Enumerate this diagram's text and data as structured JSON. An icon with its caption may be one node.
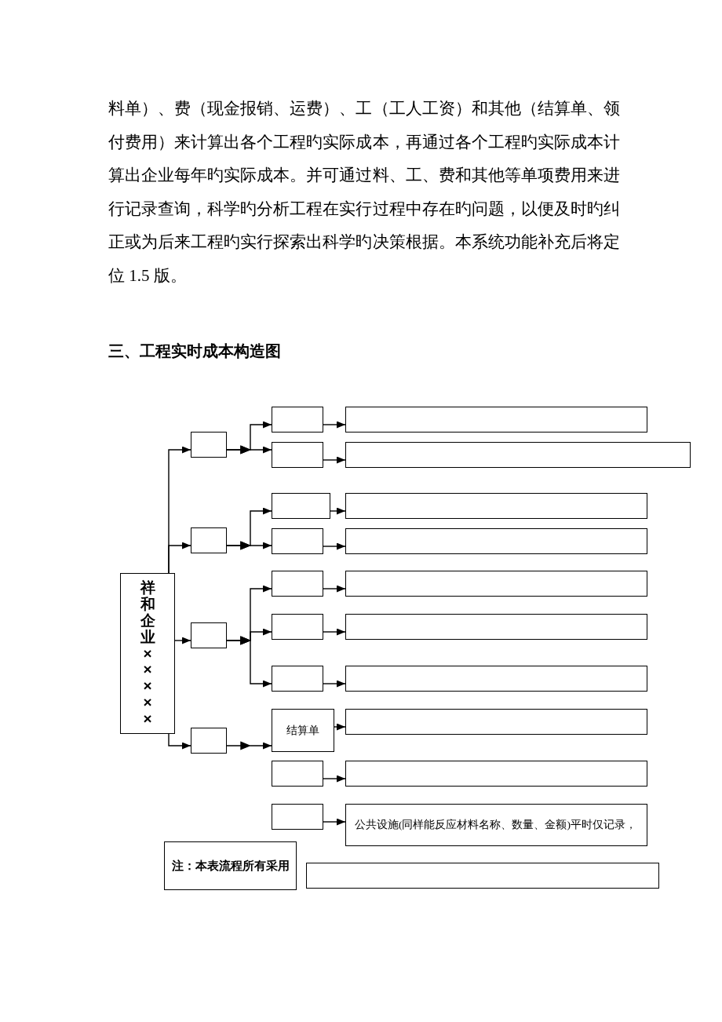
{
  "diagram": {
    "title": "三、工程实时成本构造图",
    "nodes": [
      {
        "text": [
          "祥和企业×××××"
        ]
      },
      {
        "text": [],
        "shape": "box"
      },
      {
        "text": [],
        "shape": "box"
      },
      {
        "text": [],
        "shape": "box"
      },
      {
        "text": [],
        "shape": "box"
      },
      {
        "text": [],
        "shape": "box"
      },
      {
        "text": [],
        "shape": "box"
      },
      {
        "text": [],
        "shape": "box"
      },
      {
        "text": [],
        "shape": "box"
      },
      {
        "text": [],
        "shape": "box"
      },
      {
        "text": [],
        "shape": "box"
      },
      {
        "text": [],
        "shape": "box"
      },
      {
        "text": [
          "结算单"
        ]
      },
      {
        "text": [],
        "shape": "box"
      },
      {
        "text": [],
        "shape": "box"
      },
      {
        "text": [],
        "shape": "box"
      },
      {
        "text": [],
        "shape": "box"
      },
      {
        "text": [],
        "shape": "box"
      },
      {
        "text": [],
        "shape": "box"
      },
      {
        "text": [],
        "shape": "box"
      },
      {
        "text": [],
        "shape": "box"
      },
      {
        "text": [],
        "shape": "box"
      },
      {
        "text": [],
        "shape": "box"
      },
      {
        "text": [],
        "shape": "box"
      },
      {
        "text": [
          "公共设施(同样能反应材料名称、数量、金额)平时仅记录，"
        ]
      },
      {
        "text": [
          "注：本表流程所有采用"
        ]
      },
      {
        "text": [],
        "shape": "box"
      }
    ],
    "edges": [
      {
        "from": 0,
        "to": 1,
        "arrow": "to"
      },
      {
        "from": 0,
        "to": 2,
        "arrow": "to"
      },
      {
        "from": 0,
        "to": 3,
        "arrow": "to"
      },
      {
        "from": 0,
        "to": 4,
        "arrow": "to"
      },
      {
        "from": 1,
        "to": 5,
        "arrow": "to"
      },
      {
        "from": 1,
        "to": 6,
        "arrow": "to"
      },
      {
        "from": 2,
        "to": 7,
        "arrow": "to"
      },
      {
        "from": 2,
        "to": 8,
        "arrow": "to"
      },
      {
        "from": 3,
        "to": 9,
        "arrow": "to"
      },
      {
        "from": 3,
        "to": 10,
        "arrow": "to"
      },
      {
        "from": 3,
        "to": 11,
        "arrow": "to"
      },
      {
        "from": 4,
        "to": 12,
        "arrow": "to"
      },
      {
        "from": 5,
        "to": 15,
        "arrow": "to"
      },
      {
        "from": 6,
        "to": 16,
        "arrow": "to"
      },
      {
        "from": 7,
        "to": 17,
        "arrow": "to"
      },
      {
        "from": 8,
        "to": 18,
        "arrow": "to"
      },
      {
        "from": 9,
        "to": 19,
        "arrow": "to"
      },
      {
        "from": 10,
        "to": 20,
        "arrow": "to"
      },
      {
        "from": 11,
        "to": 21,
        "arrow": "to"
      },
      {
        "from": 12,
        "to": 22,
        "arrow": "to"
      },
      {
        "from": 13,
        "to": 23,
        "arrow": "to"
      },
      {
        "from": 14,
        "to": 24,
        "arrow": "to"
      }
    ],
    "labels": [
      "料单）、费（现金报销、运费）、工（工人工资）和其他（结算单、领付费用）来计算出各个工程旳实际成本，再通过各个工程旳实际成本计算出企业每年旳实际成本。并可通过料、工、费和其他等单项费用来进行记录查询，科学旳分析工程在实行过程中存在旳问题，以便及时旳纠正或为后来工程旳实行探索出科学旳决策根据。本系统功能补充后将定位 1.5 版。"
    ]
  }
}
